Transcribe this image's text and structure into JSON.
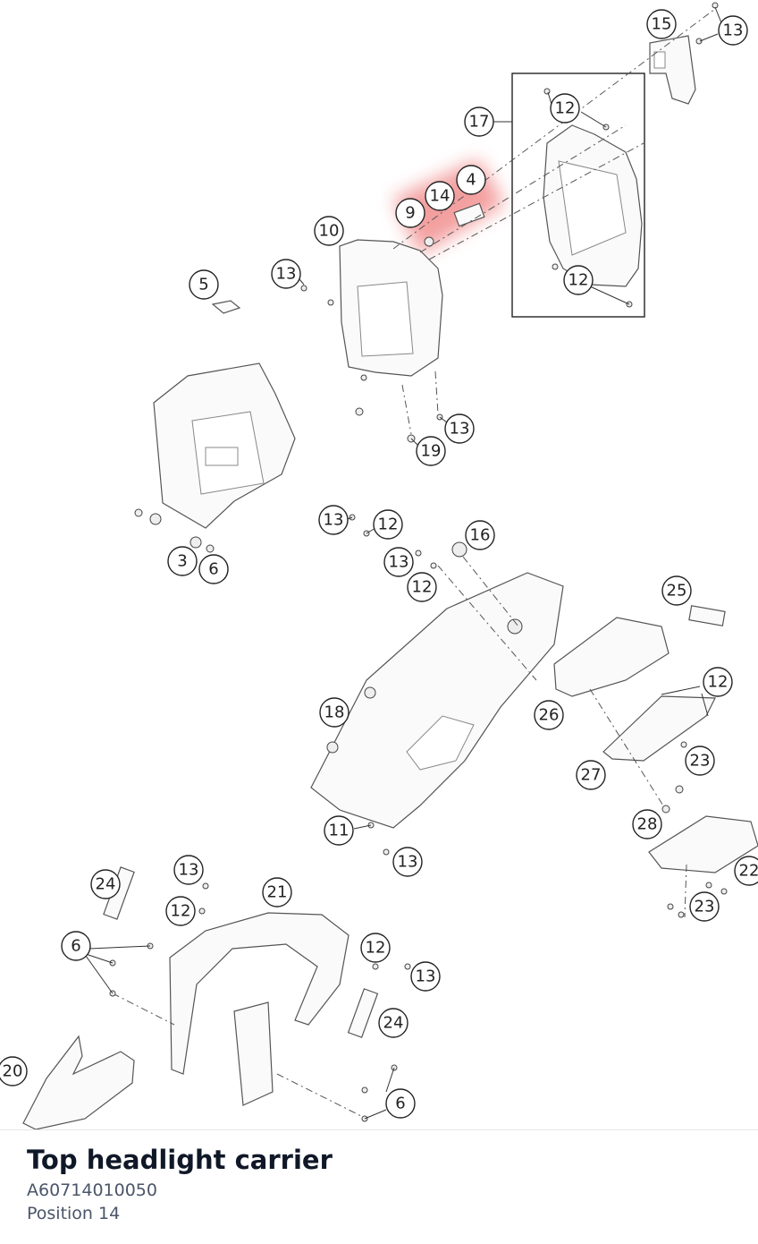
{
  "diagram": {
    "callouts": [
      "15",
      "13",
      "12",
      "17",
      "4",
      "14",
      "9",
      "10",
      "13",
      "5",
      "12",
      "13",
      "19",
      "13",
      "12",
      "16",
      "13",
      "12",
      "3",
      "6",
      "25",
      "12",
      "26",
      "18",
      "23",
      "27",
      "28",
      "11",
      "13",
      "24",
      "13",
      "21",
      "12",
      "22",
      "23",
      "6",
      "12",
      "13",
      "24",
      "20",
      "6"
    ],
    "highlight_color": "#f08080"
  },
  "part": {
    "name": "Top headlight carrier",
    "number": "A60714010050",
    "position": "Position 14"
  }
}
